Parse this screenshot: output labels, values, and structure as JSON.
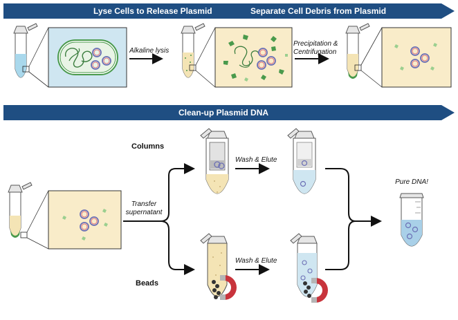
{
  "banners": {
    "lyse": "Lyse Cells to Release Plasmid",
    "separate": "Separate Cell Debris from Plasmid",
    "cleanup": "Clean-up Plasmid DNA"
  },
  "steps": {
    "alkaline_lysis": "Alkaline lysis",
    "precipitation_line1": "Precipitation &",
    "precipitation_line2": "Centrifugation",
    "transfer_line1": "Transfer",
    "transfer_line2": "supernatant",
    "wash_elute_columns": "Wash & Elute",
    "wash_elute_beads": "Wash & Elute",
    "pure_dna": "Pure DNA!"
  },
  "methods": {
    "columns": "Columns",
    "beads": "Beads"
  },
  "colors": {
    "banner": "#1f4e82",
    "lysis_panel": "#cfe6f1",
    "lysate_panel": "#f9ecc9",
    "debris": "#4a9a4c",
    "plasmid_outer": "#6b6fb5",
    "plasmid_inner": "#e0707a",
    "magnet": "#c8343c"
  }
}
